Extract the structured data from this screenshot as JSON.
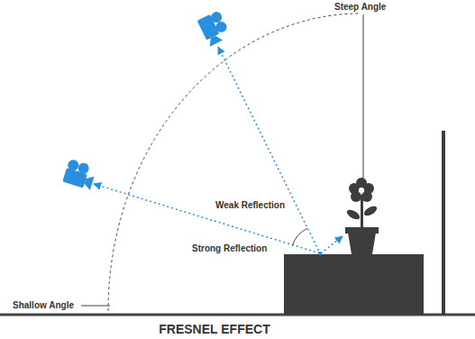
{
  "diagram": {
    "title": "FRESNEL EFFECT",
    "labels": [
      "Steep Angle",
      "Weak Reflection",
      "Strong Reflection",
      "Shallow Angle"
    ]
  }
}
